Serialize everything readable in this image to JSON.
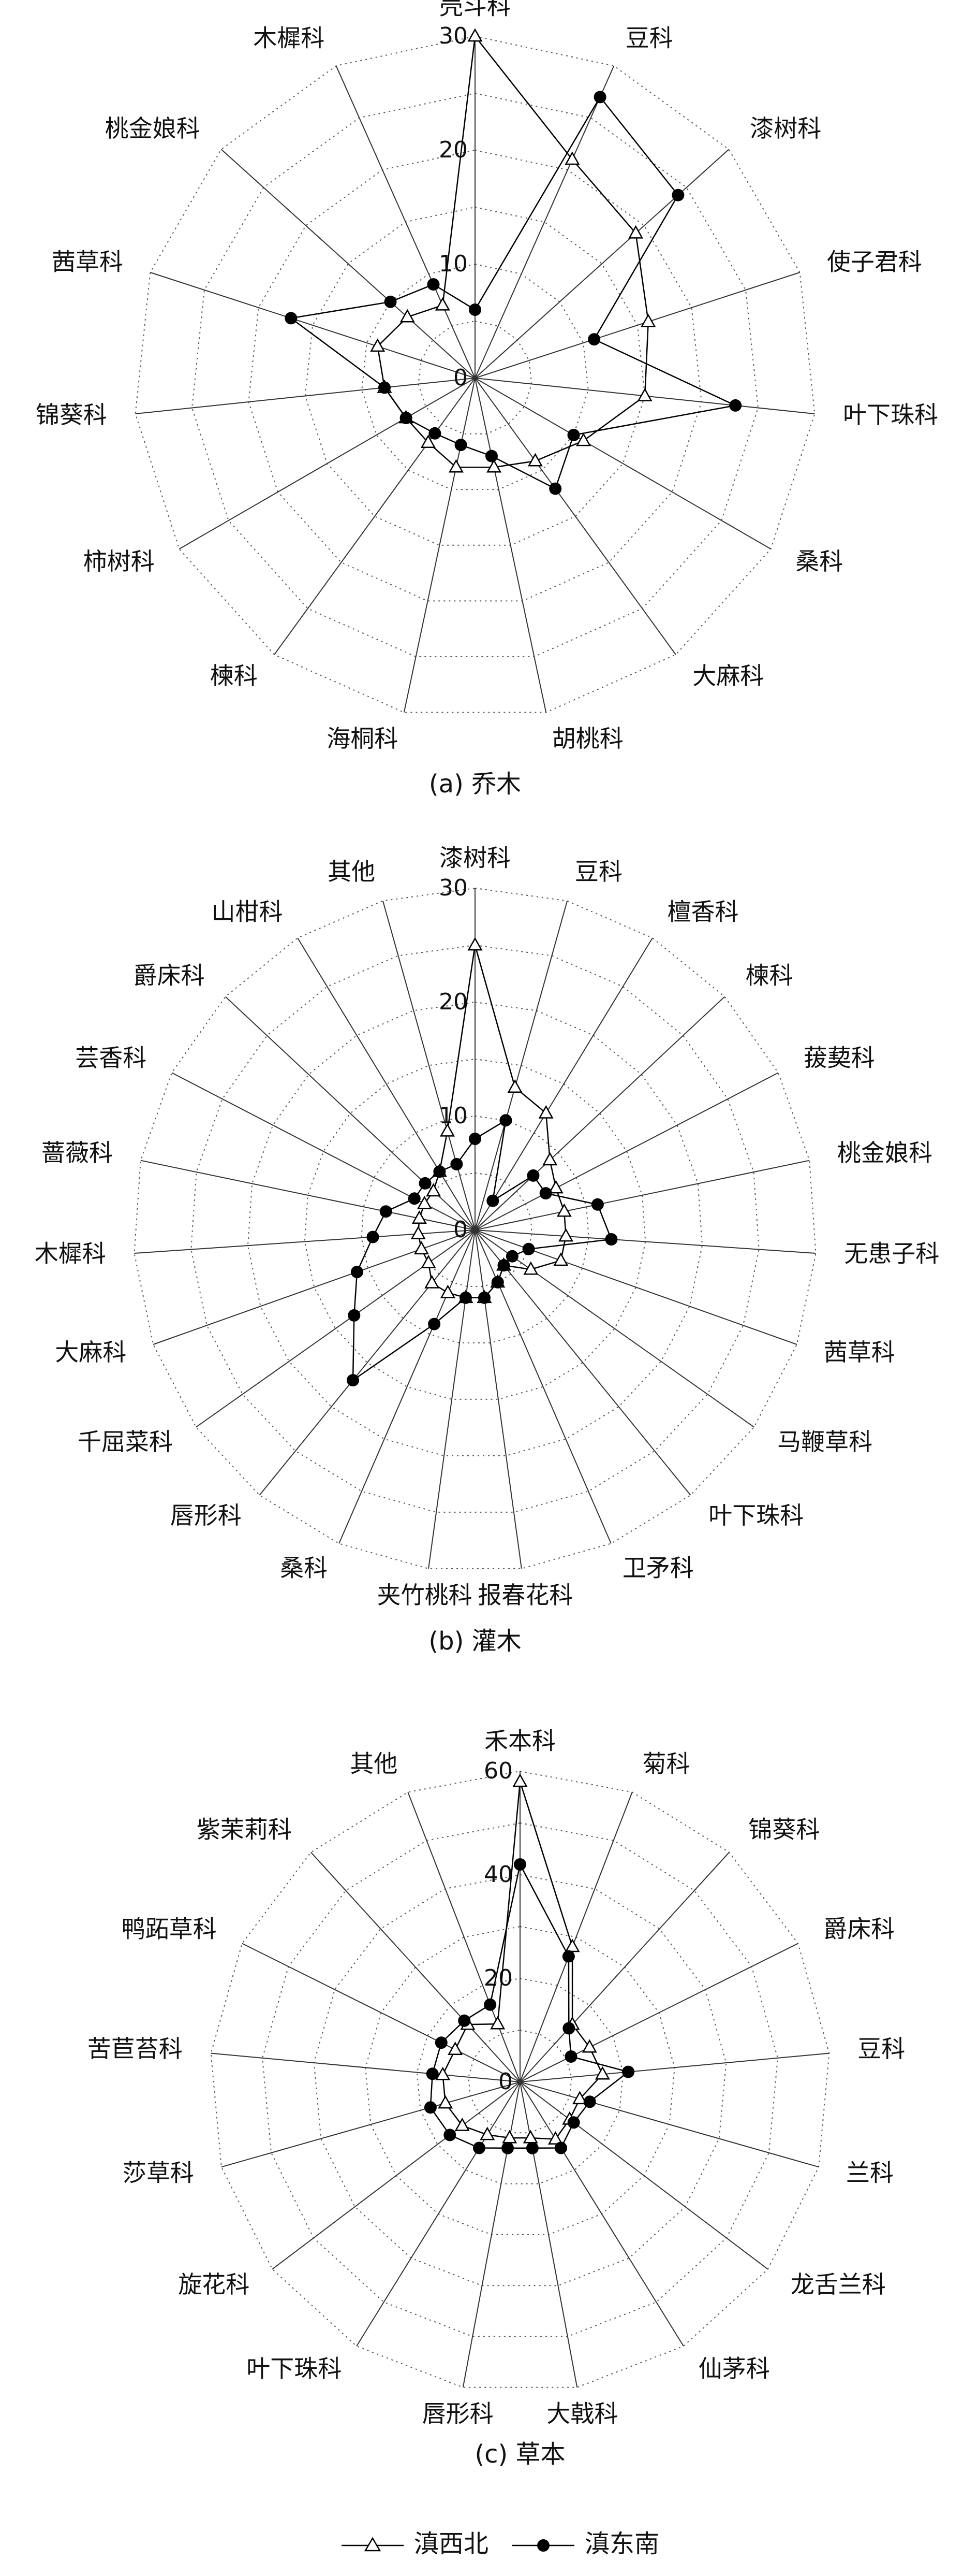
{
  "legend": {
    "series": [
      {
        "name": "滇西北",
        "marker": "triangle",
        "color": "#000000"
      },
      {
        "name": "滇东南",
        "marker": "circle",
        "color": "#000000"
      }
    ]
  },
  "chart_data": [
    {
      "type": "radar",
      "title": "(a) 乔木",
      "categories": [
        "壳斗科",
        "豆科",
        "漆树科",
        "使子君科",
        "叶下珠科",
        "桑科",
        "大麻科",
        "胡桃科",
        "海桐科",
        "楝科",
        "柿树科",
        "锦葵科",
        "茜草科",
        "桃金娘科",
        "木樨科"
      ],
      "ylim": [
        0,
        30
      ],
      "ticks": [
        0,
        10,
        20,
        30
      ],
      "grid": true,
      "series": [
        {
          "name": "滇西北",
          "values": [
            30,
            21,
            19,
            16,
            15,
            11,
            9,
            8,
            8,
            7,
            7,
            8,
            9,
            8,
            7
          ]
        },
        {
          "name": "滇东南",
          "values": [
            6,
            27,
            24,
            11,
            23,
            10,
            12,
            7,
            6,
            6,
            7,
            8,
            17,
            10,
            9
          ]
        }
      ]
    },
    {
      "type": "radar",
      "title": "(b) 灌木",
      "categories": [
        "漆树科",
        "豆科",
        "檀香科",
        "楝科",
        "菝葜科",
        "桃金娘科",
        "无患子科",
        "茜草科",
        "马鞭草科",
        "叶下珠科",
        "卫矛科",
        "报春花科",
        "夹竹桃科",
        "桑科",
        "唇形科",
        "千屈菜科",
        "大麻科",
        "木樨科",
        "蔷薇科",
        "芸香科",
        "爵床科",
        "山柑科",
        "其他"
      ],
      "ylim": [
        0,
        30
      ],
      "ticks": [
        0,
        10,
        20,
        30
      ],
      "grid": true,
      "series": [
        {
          "name": "滇西北",
          "values": [
            25,
            13,
            12,
            9,
            8,
            8,
            8,
            8,
            6,
            4,
            5,
            6,
            6,
            6,
            6,
            5,
            5,
            5,
            5,
            5,
            5,
            6,
            9
          ]
        },
        {
          "name": "滇东南",
          "values": [
            8,
            10,
            3,
            7,
            7,
            11,
            12,
            5,
            4,
            4,
            5,
            6,
            6,
            9,
            17,
            13,
            11,
            9,
            8,
            6,
            6,
            6,
            6
          ]
        }
      ]
    },
    {
      "type": "radar",
      "title": "(c) 草本",
      "categories": [
        "禾本科",
        "菊科",
        "锦葵科",
        "爵床科",
        "豆科",
        "兰科",
        "龙舌兰科",
        "仙茅科",
        "大戟科",
        "唇形科",
        "叶下珠科",
        "旋花科",
        "莎草科",
        "苦苣苔科",
        "鸭跖草科",
        "紫茉莉科",
        "其他"
      ],
      "ylim": [
        0,
        60
      ],
      "ticks": [
        0,
        20,
        40,
        60
      ],
      "grid": true,
      "series": [
        {
          "name": "滇西北",
          "values": [
            58,
            28,
            15,
            15,
            16,
            12,
            12,
            13,
            11,
            11,
            12,
            14,
            15,
            15,
            14,
            15,
            12
          ]
        },
        {
          "name": "滇东南",
          "values": [
            42,
            26,
            14,
            11,
            21,
            14,
            13,
            15,
            13,
            13,
            15,
            17,
            18,
            17,
            17,
            16,
            16
          ]
        }
      ]
    }
  ]
}
